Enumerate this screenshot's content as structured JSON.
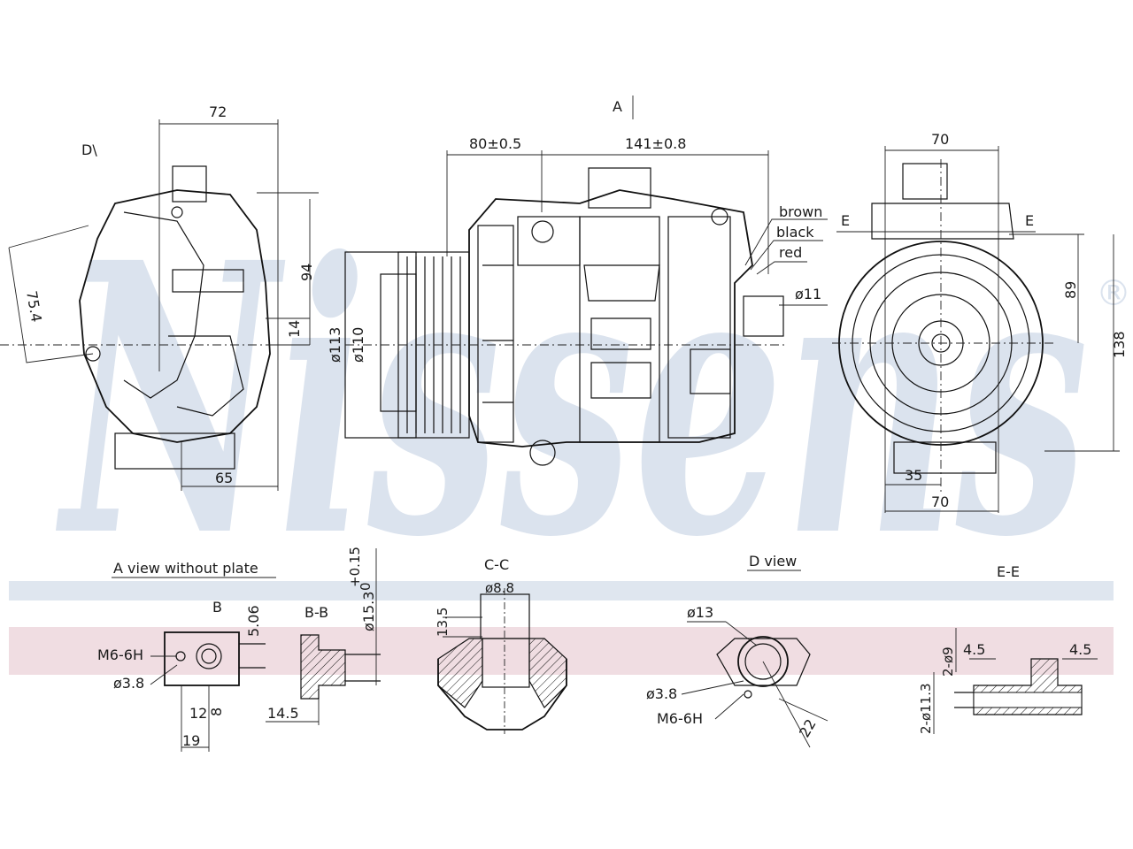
{
  "watermark": {
    "text": "Nissens",
    "registered": "®",
    "color": "#dbe3ee",
    "stripe_blue": "#dfe6ef",
    "stripe_pink": "#f0dde2"
  },
  "view_d_left": {
    "label": "D\\",
    "dim_top": "72",
    "dim_right_1": "94",
    "dim_right_2": "14",
    "dim_bottom": "65",
    "dim_diag": "75.4"
  },
  "view_side": {
    "label_a": "A",
    "dim_left": "80±0.5",
    "dim_right": "141±0.8",
    "dia_1": "ø113",
    "dia_2": "ø110",
    "wire_1": "brown",
    "wire_2": "black",
    "wire_3": "red",
    "port_dia": "ø11"
  },
  "view_front": {
    "dim_top": "70",
    "dim_right_1": "89",
    "dim_right_2": "138",
    "dim_bottom_1": "35",
    "dim_bottom_2": "70",
    "section_left": "E",
    "section_right": "E"
  },
  "detail_a": {
    "title": "A view without plate",
    "label_b": "B",
    "dim_v": "5.06",
    "thread": "M6-6H",
    "dia": "ø3.8",
    "dim_12": "12",
    "dim_8": "8",
    "dim_19": "19"
  },
  "detail_bb": {
    "title": "B-B",
    "dim_v": "ø15.3",
    "tol": "+0.15",
    "tol2": "0",
    "dim_h": "14.5"
  },
  "detail_cc": {
    "title": "C-C",
    "dim_v": "13.5",
    "dim_top": "ø8.8"
  },
  "detail_d": {
    "title": "D view",
    "dia_top": "ø13",
    "dia": "ø3.8",
    "thread": "M6-6H",
    "dim_diag": "22"
  },
  "detail_ee": {
    "title": "E-E",
    "dim_1": "4.5",
    "dim_2": "4.5",
    "dia_1": "2-ø9",
    "dia_2": "2-ø11.3"
  }
}
